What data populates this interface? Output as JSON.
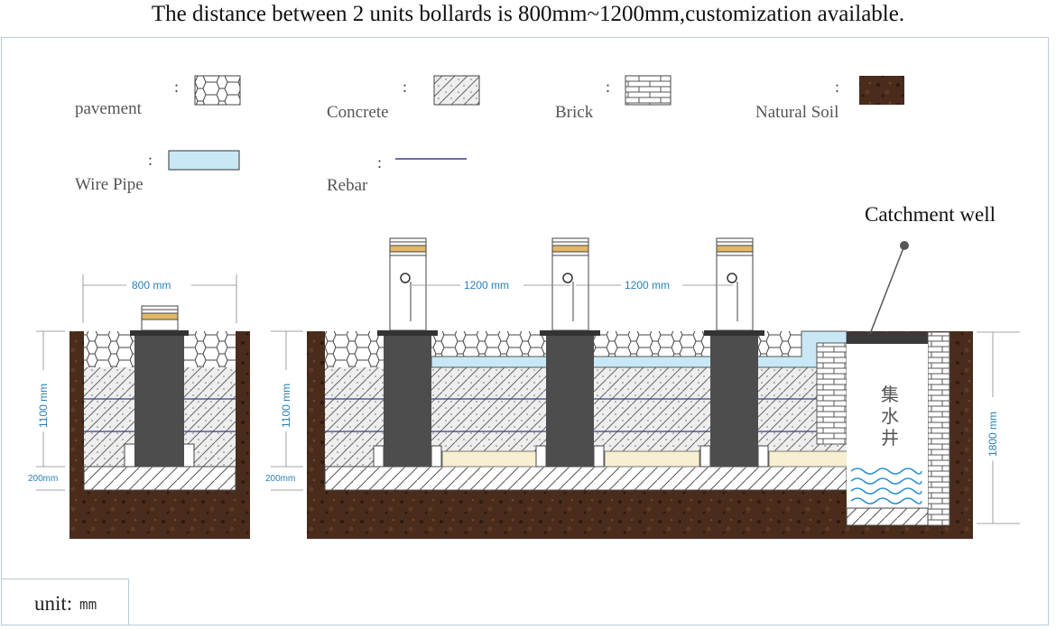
{
  "title": "The distance between 2 units bollards is 800mm~1200mm,customization available.",
  "legend": {
    "pavement": "pavement",
    "concrete": "Concrete",
    "brick": "Brick",
    "natural_soil": "Natural Soil",
    "wire_pipe": "Wire Pipe",
    "rebar": "Rebar",
    "separator": ":"
  },
  "callout": {
    "catchment_well": "Catchment well"
  },
  "well_text": [
    "集",
    "水",
    "井"
  ],
  "dimensions": {
    "single_width": "800 mm",
    "spacing_1": "1200 mm",
    "spacing_2": "1200 mm",
    "depth_left": "1100 mm",
    "base_left": "200mm",
    "depth_mid": "1100 mm",
    "base_mid": "200mm",
    "well_depth": "1800 mm"
  },
  "unit": {
    "label": "unit:",
    "value": "mm"
  },
  "colors": {
    "soil": "#4a2c1c",
    "pipe": "#c9e8f6",
    "bollard": "#4d4d4d",
    "dimension": "#2a7fb5",
    "rebar": "#3c3c8c"
  }
}
